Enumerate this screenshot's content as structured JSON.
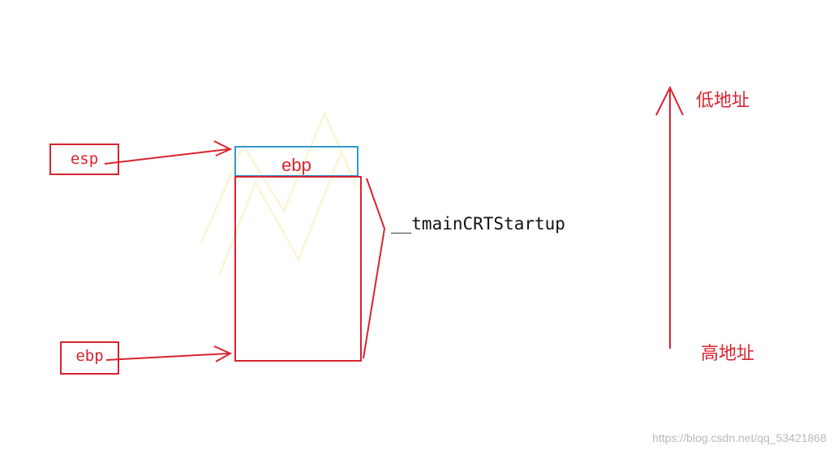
{
  "diagram": {
    "left_boxes": {
      "esp": "esp",
      "ebp": "ebp"
    },
    "stack": {
      "top_cell_label": "ebp",
      "frame_label": "__tmainCRTStartup"
    },
    "address_axis": {
      "top_label": "低地址",
      "bottom_label": "高地址"
    },
    "watermark_url": "https://blog.csdn.net/qq_53421868"
  },
  "colors": {
    "red": "#d9232f",
    "blue": "#2f9ad4",
    "text": "#111111",
    "watermark": "#f6f0b9"
  }
}
